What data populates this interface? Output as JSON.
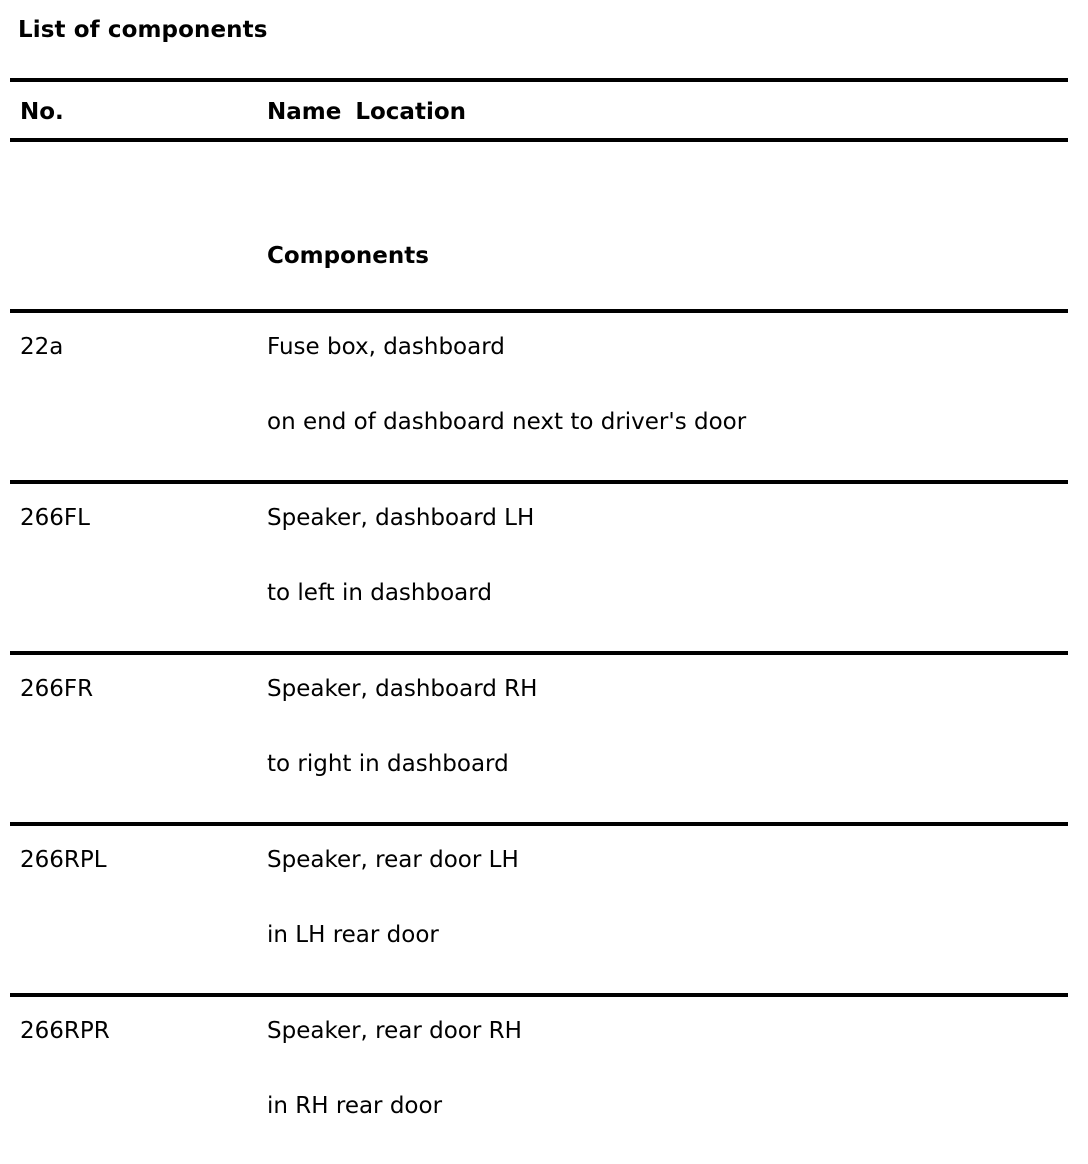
{
  "document": {
    "title": "List of components"
  },
  "table": {
    "headers": {
      "no": "No.",
      "name": "Name",
      "location": "Location"
    },
    "section_label": "Components",
    "rows": [
      {
        "no": "22a",
        "name": "Fuse box, dashboard",
        "location": "on end of dashboard next to driver's door"
      },
      {
        "no": "266FL",
        "name": "Speaker, dashboard LH",
        "location": "to left in dashboard"
      },
      {
        "no": "266FR",
        "name": "Speaker, dashboard RH",
        "location": "to right in dashboard"
      },
      {
        "no": "266RPL",
        "name": "Speaker, rear door LH",
        "location": "in LH rear door"
      },
      {
        "no": "266RPR",
        "name": "Speaker, rear door RH",
        "location": "in RH rear door"
      }
    ]
  },
  "colors": {
    "background": "#ffffff",
    "text": "#000000",
    "rule": "#000000"
  }
}
